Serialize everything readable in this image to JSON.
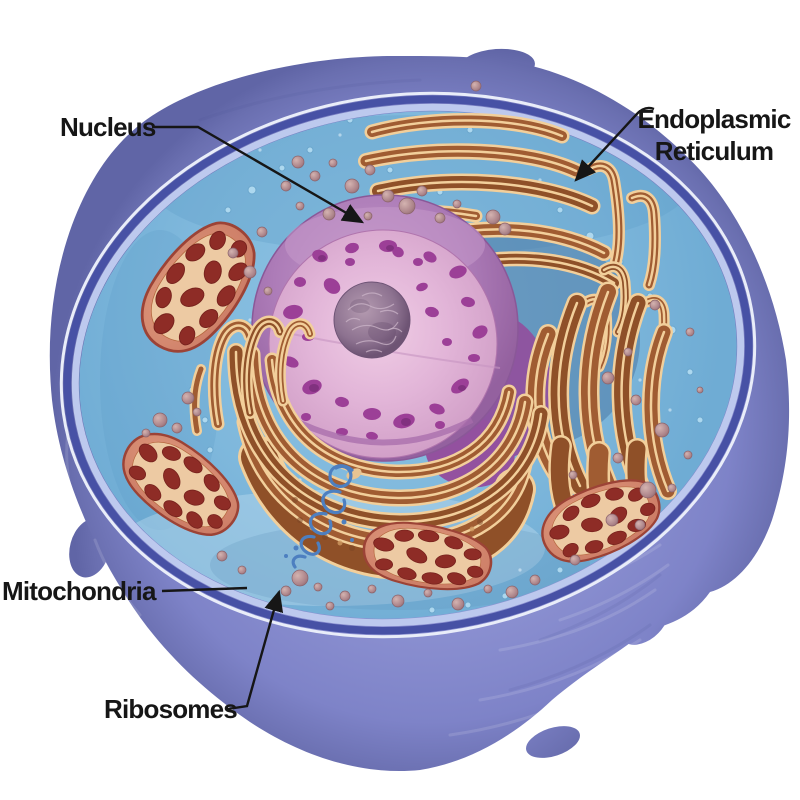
{
  "diagram": {
    "subject": "Animal cell cross-section illustration",
    "annotations": {
      "nucleus": {
        "label": "Nucleus"
      },
      "endoplasmic_reticulum": {
        "label_line1": "Endoplasmic",
        "label_line2": "Reticulum"
      },
      "mitochondria": {
        "label": "Mitochondria"
      },
      "ribosomes": {
        "label": "Ribosomes"
      }
    },
    "colors": {
      "background": "#ffffff",
      "cell_outer": "#8a8fd0",
      "membrane_ring": "#4751a5",
      "membrane_inner_ring": "#bdc9ee",
      "cytoplasm": "#84bcde",
      "nucleus_membrane": "#a673b2",
      "nucleus_face": "#e2b5d8",
      "nucleus_spots": "#9c3f97",
      "nucleolus": "#8d7290",
      "er_body": "#a05c32",
      "er_edge": "#f2cf9b",
      "mitochondria_rim": "#d6836c",
      "mitochondria_matrix": "#8e2c26",
      "mitochondria_cristae": "#edcaa3",
      "ribosome_dot": "#a8808a",
      "vesicle_dot": "#b8e0f4",
      "polysome": "#4d7fc0",
      "label_text": "#161616"
    }
  }
}
